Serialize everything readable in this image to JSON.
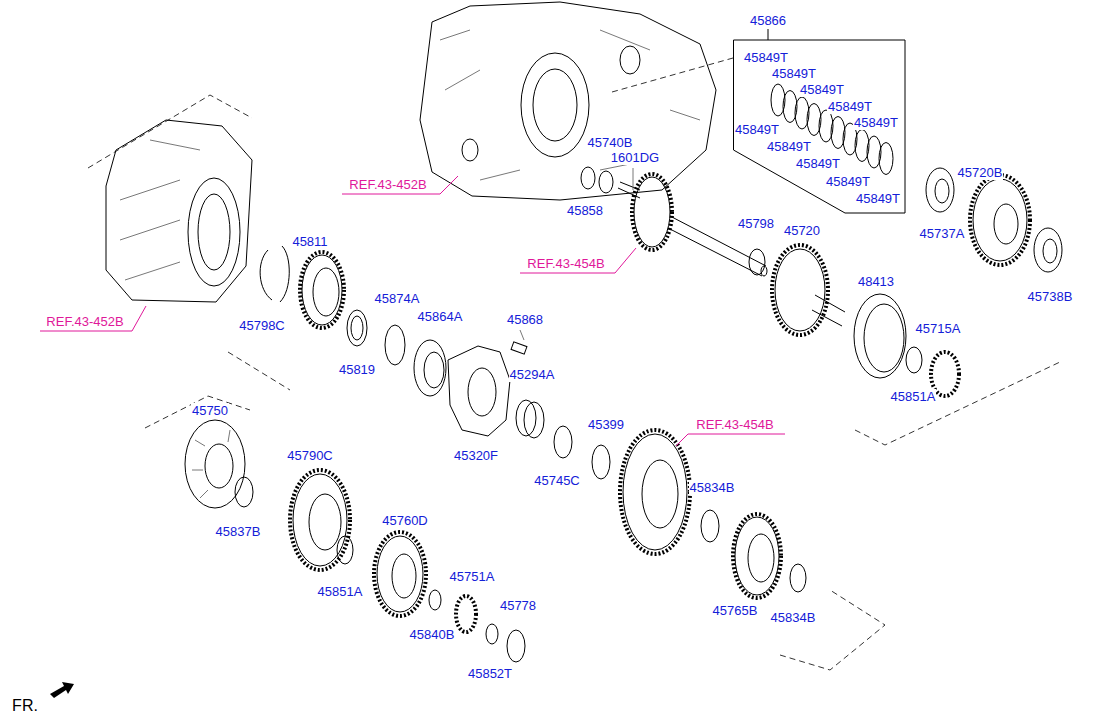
{
  "diagram": {
    "nodes": [
      {
        "text": [
          "45866",
          "45849T",
          "45849T",
          "45849T",
          "45849T",
          "45849T",
          "45849T",
          "45849T",
          "45849T",
          "45849T",
          "45849T"
        ]
      }
    ],
    "labels": [
      "REF.43-452B",
      "45740B",
      "1601DG",
      "45858",
      "REF.43-454B",
      "45798",
      "45720",
      "45720B",
      "45737A",
      "45738B",
      "48413",
      "45715A",
      "45851A",
      "REF.43-452B",
      "45811",
      "45798C",
      "45874A",
      "45864A",
      "45819",
      "45868",
      "45294A",
      "45320F",
      "45745C",
      "45399",
      "REF.43-454B",
      "45834B",
      "45750",
      "45790C",
      "45837B",
      "45760D",
      "45851A",
      "45751A",
      "45778",
      "45840B",
      "45852T",
      "45765B",
      "45834B",
      "FR."
    ]
  }
}
